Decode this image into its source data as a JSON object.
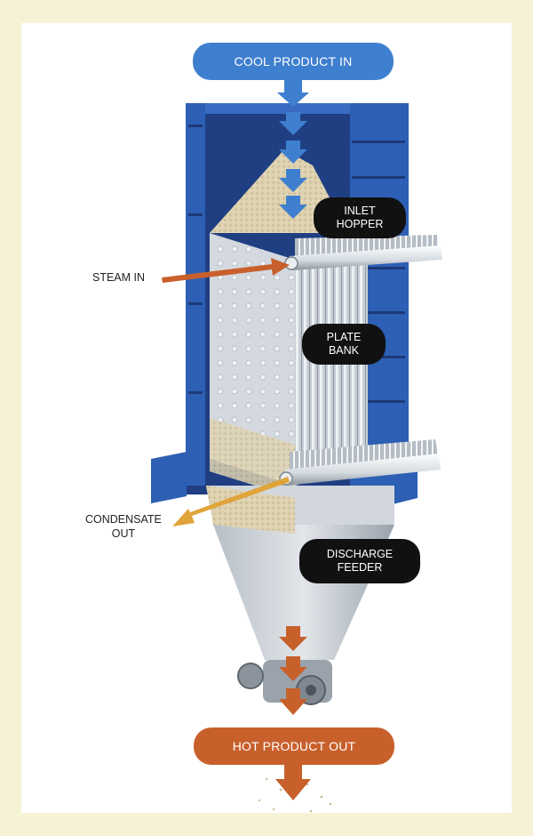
{
  "labels": {
    "cool_product_in": "COOL PRODUCT IN",
    "hot_product_out": "HOT PRODUCT OUT",
    "inlet_hopper": "INLET\nHOPPER",
    "plate_bank": "PLATE\nBANK",
    "discharge_feeder": "DISCHARGE\nFEEDER",
    "steam_in": "STEAM IN",
    "condensate_out": "CONDENSATE\nOUT"
  },
  "colors": {
    "cool_flow": "#3f7fcf",
    "hot_flow": "#c8602c",
    "steam_arrow": "#c8602c",
    "condensate_arrow": "#e0a43a",
    "housing": "#2d5fb4",
    "housing_dark": "#1f3f82",
    "steel": "#c9cfd6",
    "product": "#d9ccaa",
    "label_bg": "#111111",
    "border": "#f6f2d6"
  }
}
